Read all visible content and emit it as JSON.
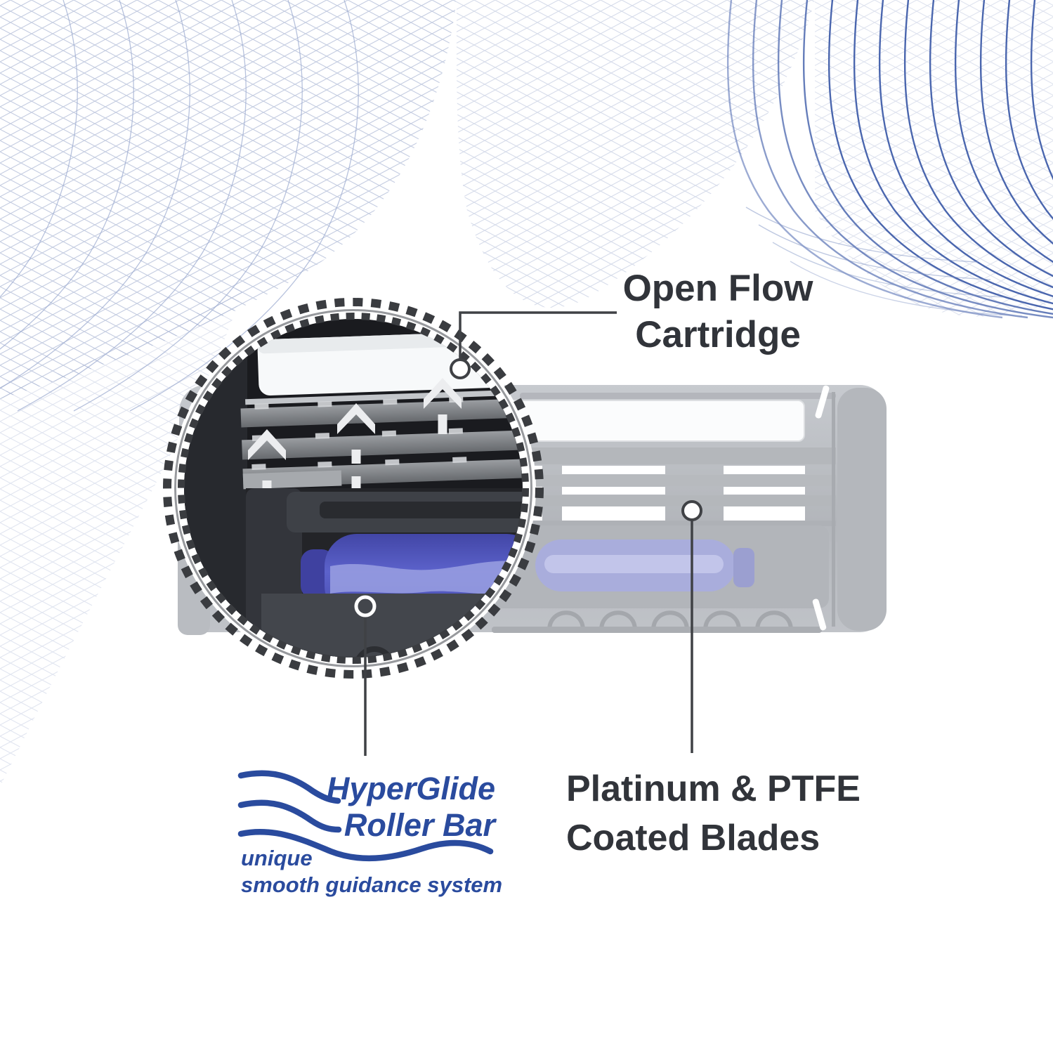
{
  "callouts": {
    "open_flow_cartridge": {
      "line1": "Open Flow",
      "line2": "Cartridge"
    },
    "platinum_blades": {
      "line1": "Platinum & PTFE",
      "line2": "Coated Blades"
    },
    "hyperglide": {
      "brand_line1": "HyperGlide",
      "brand_line2": "Roller Bar",
      "tagline_line1": "unique",
      "tagline_line2": "smooth guidance system"
    }
  },
  "colors": {
    "label_dark": "#31343a",
    "brand_blue": "#2a4b9e",
    "callout_line": "#3f4145",
    "roller_blue": "#5157bd",
    "swoosh_blue": "#4a66ae",
    "mesh_blue": "#93a2c9"
  }
}
